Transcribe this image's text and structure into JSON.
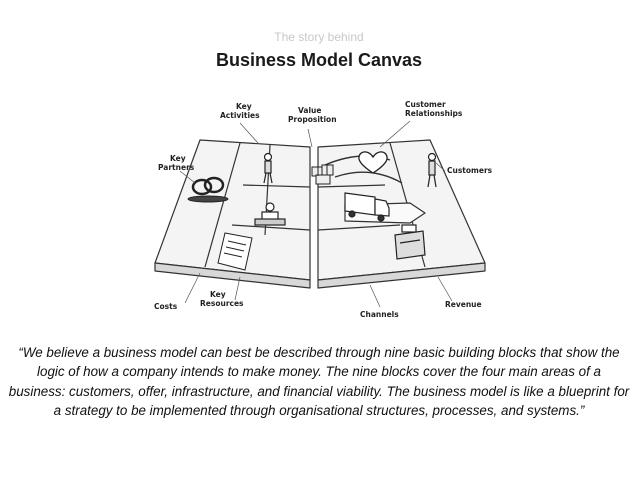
{
  "header": {
    "subtitle": "The story behind",
    "title": "Business Model Canvas"
  },
  "illustration": {
    "labels": {
      "key_activities_line1": "Key",
      "key_activities_line2": "Activities",
      "value_proposition_line1": "Value",
      "value_proposition_line2": "Proposition",
      "customer_relationships_line1": "Customer",
      "customer_relationships_line2": "Relationships",
      "key_partners_line1": "Key",
      "key_partners_line2": "Partners",
      "customers": "Customers",
      "costs": "Costs",
      "key_resources_line1": "Key",
      "key_resources_line2": "Resources",
      "channels": "Channels",
      "revenue": "Revenue"
    },
    "icons": [
      "handshake-icon",
      "factory-worker-icon",
      "gift-boxes-icon",
      "heart-icon",
      "delivery-truck-icon",
      "customer-person-icon",
      "scientist-icon",
      "invoice-icon",
      "cash-register-icon"
    ]
  },
  "quote": "“We believe a business model can best be described through nine basic building blocks that show the logic of how a company intends to make money. The nine blocks cover the four main areas of a business: customers, offer, infrastructure, and financial viability. The business model is like a blueprint for a strategy to be implemented through organisational structures, processes, and systems.”"
}
